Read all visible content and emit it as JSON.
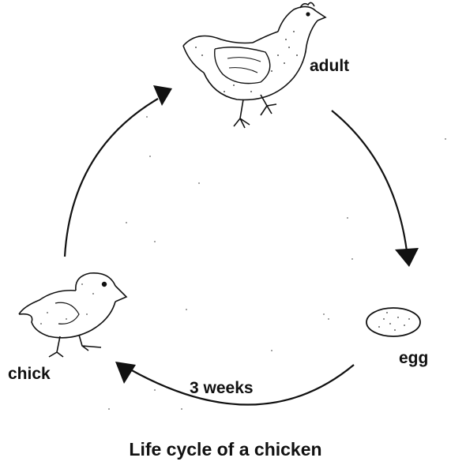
{
  "diagram": {
    "stages": [
      {
        "id": "adult",
        "label": "adult"
      },
      {
        "id": "egg",
        "label": "egg"
      },
      {
        "id": "chick",
        "label": "chick"
      }
    ],
    "transition_label": "3 weeks",
    "caption": "Life cycle of a chicken",
    "colors": {
      "ink": "#111111",
      "background": "#ffffff"
    }
  }
}
